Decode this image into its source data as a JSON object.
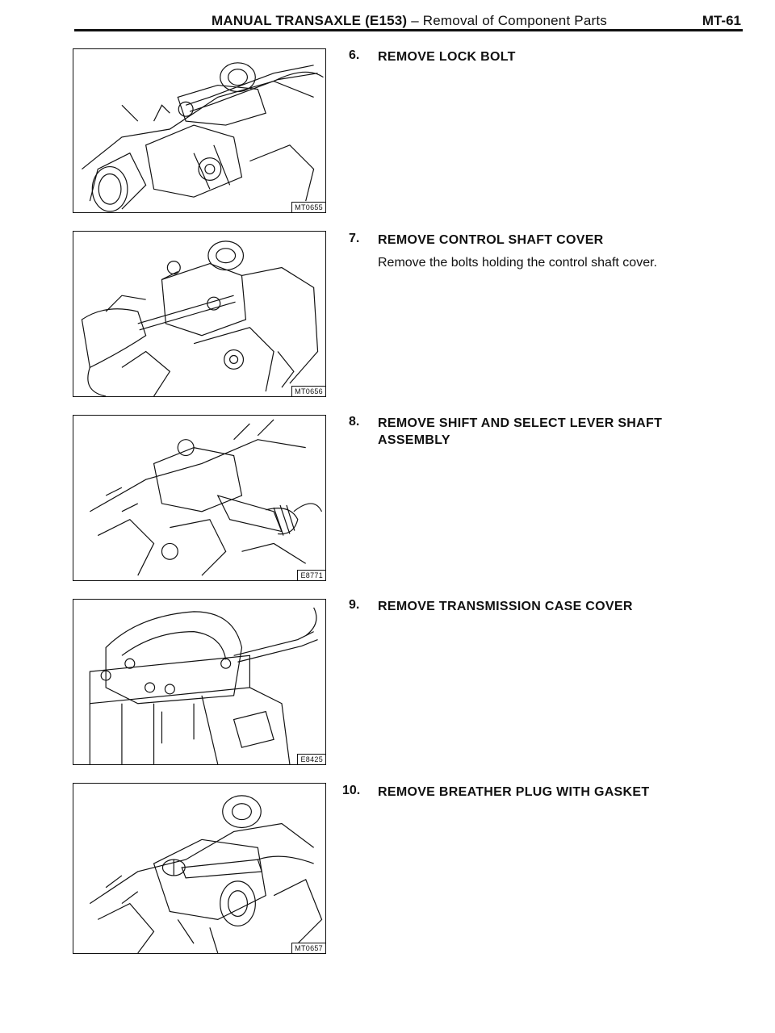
{
  "header": {
    "title_bold": "MANUAL TRANSAXLE (E153)",
    "title_rest": " – Removal of Component Parts",
    "page_number": "MT-61"
  },
  "figures": [
    {
      "code": "MT0655"
    },
    {
      "code": "MT0656"
    },
    {
      "code": "E8771"
    },
    {
      "code": "E8425"
    },
    {
      "code": "MT0657"
    }
  ],
  "steps": [
    {
      "number": "6.",
      "heading": "REMOVE LOCK BOLT",
      "body": ""
    },
    {
      "number": "7.",
      "heading": "REMOVE CONTROL SHAFT COVER",
      "body": "Remove the bolts holding the control shaft cover."
    },
    {
      "number": "8.",
      "heading": "REMOVE SHIFT AND SELECT LEVER SHAFT ASSEMBLY",
      "body": ""
    },
    {
      "number": "9.",
      "heading": "REMOVE TRANSMISSION CASE COVER",
      "body": ""
    },
    {
      "number": "10.",
      "heading": "REMOVE BREATHER PLUG WITH GASKET",
      "body": ""
    }
  ]
}
